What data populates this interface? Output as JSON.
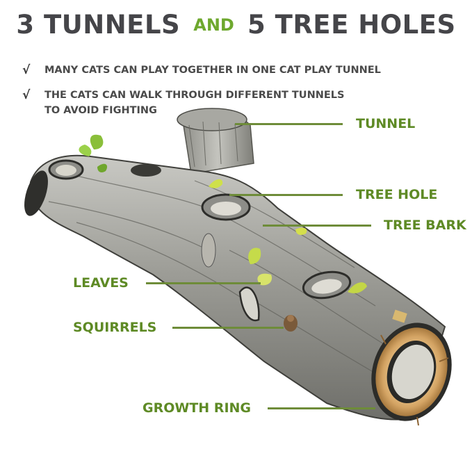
{
  "headline": {
    "part1": "3 TUNNELS",
    "connector": "AND",
    "part2": "5 TREE HOLES"
  },
  "bullets": [
    {
      "check": "√",
      "text": "MANY CATS CAN PLAY TOGETHER IN ONE CAT PLAY TUNNEL"
    },
    {
      "check": "√",
      "text_line1": "THE CATS CAN WALK THROUGH DIFFERENT TUNNELS",
      "text_line2": "TO AVOID FIGHTING"
    }
  ],
  "callouts": {
    "tunnel": "TUNNEL",
    "tree_hole": "TREE HOLE",
    "tree_bark": "TREE BARK",
    "leaves": "LEAVES",
    "squirrels": "SQUIRRELS",
    "growth_ring": "GROWTH RING"
  },
  "colors": {
    "heading": "#454549",
    "accent_green": "#6ea82e",
    "label_green": "#5e8a25",
    "leader_line": "#6e8c39"
  }
}
